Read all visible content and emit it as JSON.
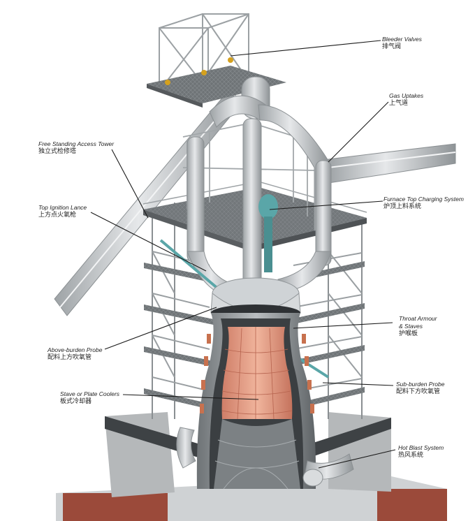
{
  "callouts": [
    {
      "en": "Bleeder Valves",
      "zh": "排气阀"
    },
    {
      "en": "Gas Uptakes",
      "zh": "上气道"
    },
    {
      "en": "Free Standing Access Tower",
      "zh": "独立式检修塔"
    },
    {
      "en": "Top Ignition Lance",
      "zh": "上方点火氧枪"
    },
    {
      "en": "Furnace Top Charging System",
      "zh": "炉顶上料系统"
    },
    {
      "en": "Throat Armour",
      "en2": "& Staves",
      "zh": "护喉板"
    },
    {
      "en": "Above-burden Probe",
      "zh": "配料上方吹氧管"
    },
    {
      "en": "Stave or Plate Coolers",
      "zh": "板式冷却器"
    },
    {
      "en": "Sub-burden Probe",
      "zh": "配料下方吹氧管"
    },
    {
      "en": "Hot Blast System",
      "zh": "热风系统"
    }
  ],
  "colors": {
    "steel": "#c9ccce",
    "steel_dark": "#8e9396",
    "brick": "#9b4a3a",
    "refractory": "#e8a58c",
    "accent_teal": "#5aa6a8"
  }
}
